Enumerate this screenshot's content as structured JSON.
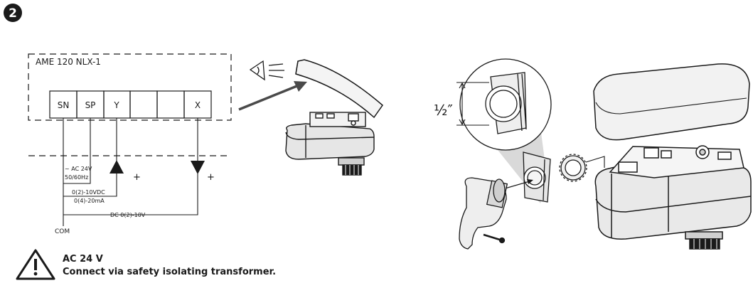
{
  "step": {
    "number": "2"
  },
  "schematic": {
    "model": "AME 120 NLX-1",
    "terminals": [
      "SN",
      "SP",
      "Y",
      "",
      "",
      "X"
    ],
    "supply_label_1": "~ AC 24V",
    "supply_label_2": "50/60Hz",
    "input_label_1": "0(2)-10VDC",
    "input_label_2": "0(4)-20mA",
    "output_label": "DC 0(2)-10V",
    "com_label": "COM",
    "plus_y": "+",
    "plus_x": "+"
  },
  "detail": {
    "dimension": "½″"
  },
  "warning": {
    "title": "AC 24 V",
    "text": "Connect via safety isolating transformer."
  },
  "colors": {
    "line": "#1a1a1a",
    "fill_light": "#f2f2f2",
    "fill_mid": "#d9d9d9",
    "fill_dark": "#7a7a7a"
  }
}
